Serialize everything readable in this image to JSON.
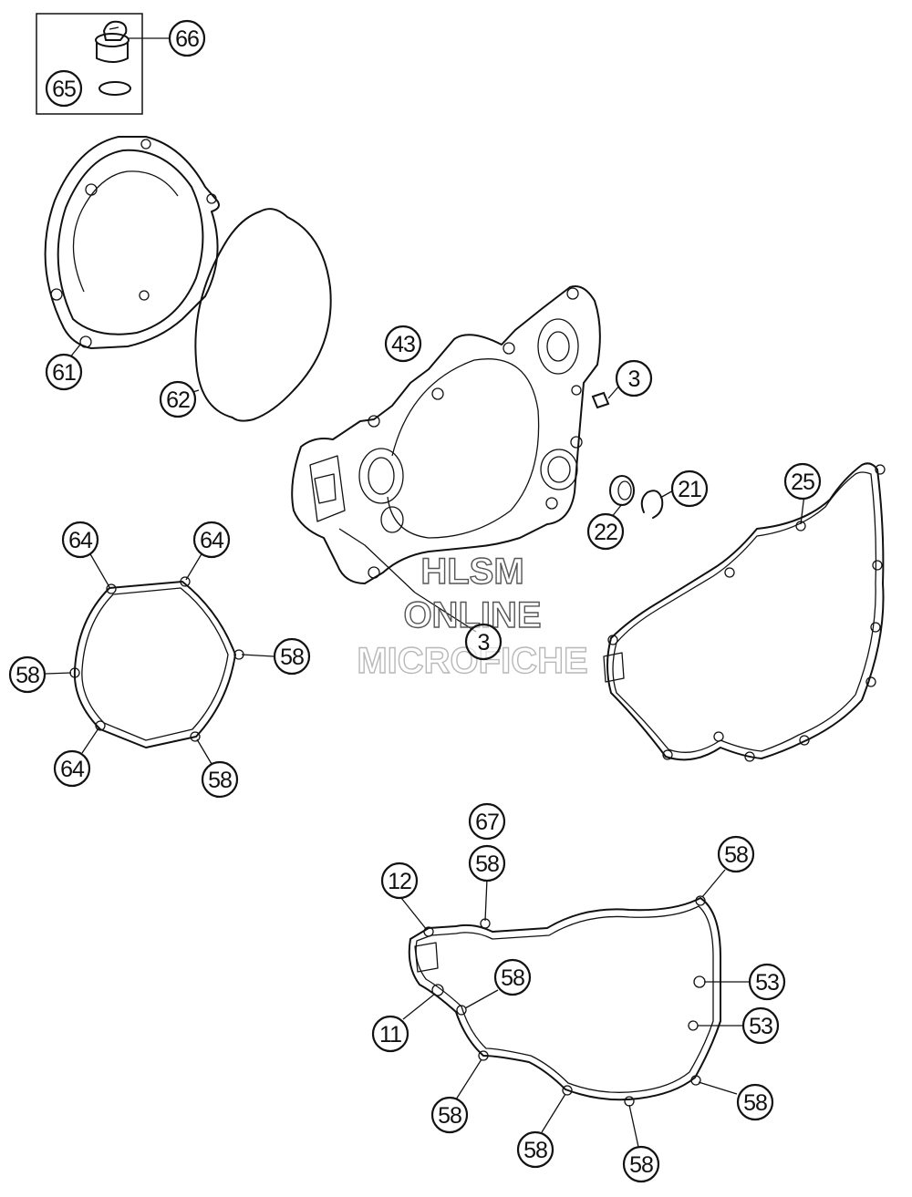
{
  "diagram": {
    "callouts": {
      "c66": "66",
      "c65": "65",
      "c61": "61",
      "c62": "62",
      "c43": "43",
      "c3a": "3",
      "c3b": "3",
      "c21": "21",
      "c22": "22",
      "c25": "25",
      "c64a": "64",
      "c64b": "64",
      "c64c": "64",
      "c58a": "58",
      "c58b": "58",
      "c58c": "58",
      "c67": "67",
      "c58d": "58",
      "c12": "12",
      "c58e": "58",
      "c58f": "58",
      "c53a": "53",
      "c53b": "53",
      "c11": "11",
      "c58g": "58",
      "c58h": "58",
      "c58i": "58",
      "c58j": "58"
    },
    "watermark": {
      "line1": "HLSM",
      "line2": "ONLINE",
      "line3": "MICROFICHE"
    }
  }
}
